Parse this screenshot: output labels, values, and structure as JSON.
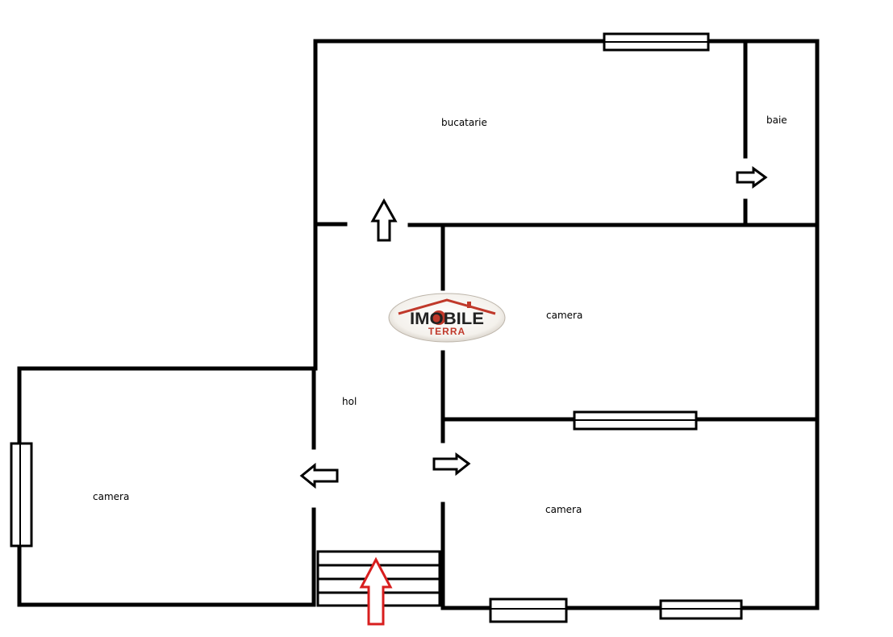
{
  "rooms": {
    "kitchen": "bucatarie",
    "bathroom": "baie",
    "room_upper": "camera",
    "room_lower": "camera",
    "room_left": "camera",
    "hall": "hol"
  },
  "logo": {
    "line1": "IMOBILE",
    "line2": "TERRA"
  },
  "colors": {
    "wall": "#000000",
    "entrance_arrow": "#d81e1e",
    "logo_red": "#c0392b"
  }
}
